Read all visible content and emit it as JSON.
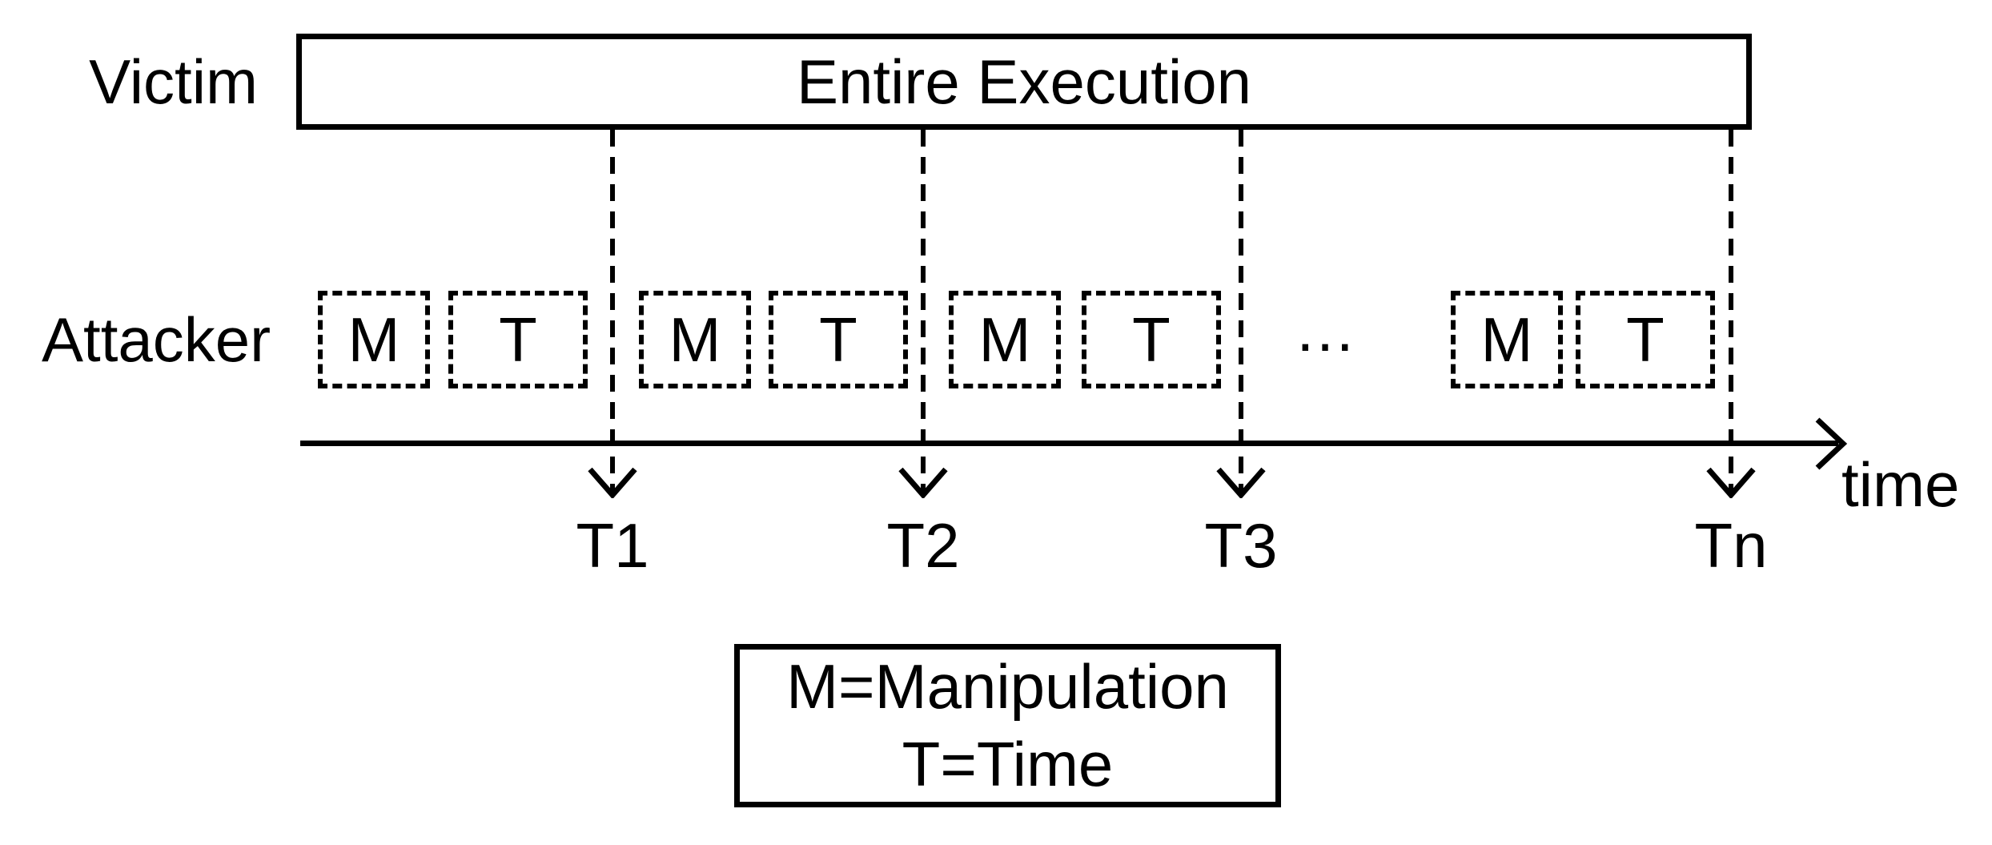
{
  "diagram": {
    "title_implied": "",
    "victim_label": "Victim",
    "attacker_label": "Attacker",
    "execution_box_label": "Entire Execution",
    "attacker_pairs": [
      {
        "m": "M",
        "t": "T"
      },
      {
        "m": "M",
        "t": "T"
      },
      {
        "m": "M",
        "t": "T"
      },
      {
        "m": "M",
        "t": "T"
      }
    ],
    "ellipsis": "…",
    "time_markers": [
      "T1",
      "T2",
      "T3",
      "Tn"
    ],
    "axis_label": "time",
    "legend_lines": [
      "M=Manipulation",
      "T=Time"
    ],
    "icons": {
      "down_arrowhead": "open-chevron-down",
      "right_arrowhead": "open-chevron-right"
    },
    "colors": {
      "ink": "#000000",
      "background": "#ffffff"
    }
  }
}
